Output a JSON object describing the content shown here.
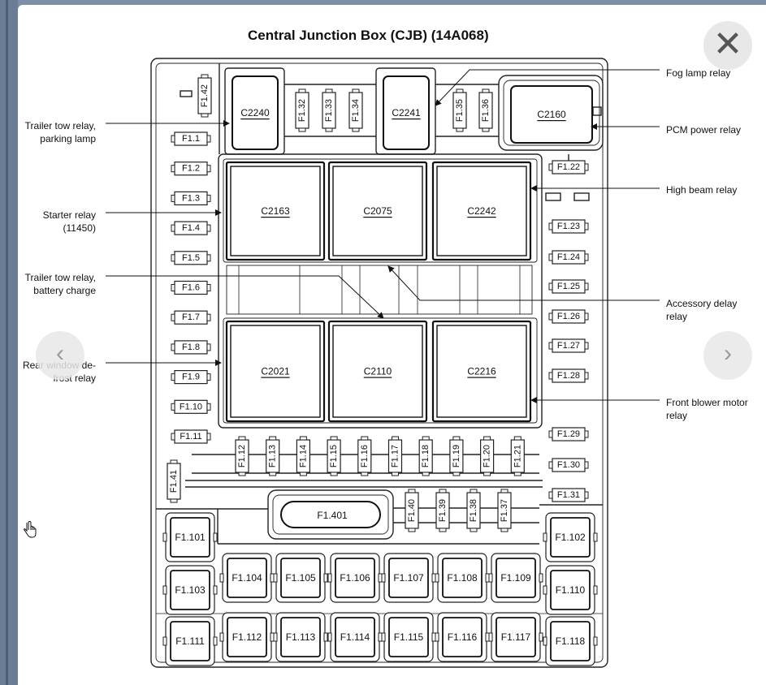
{
  "title": "Central Junction Box (CJB) (14A068)",
  "callouts_left": [
    {
      "lines": [
        "Trailer tow relay,",
        "parking lamp"
      ]
    },
    {
      "lines": [
        "Starter relay",
        "(11450)"
      ]
    },
    {
      "lines": [
        "Trailer tow relay,",
        "battery charge"
      ]
    },
    {
      "lines": [
        "Rear window de-",
        "frost relay"
      ]
    }
  ],
  "callouts_right": [
    {
      "lines": [
        "Fog lamp relay"
      ]
    },
    {
      "lines": [
        "PCM power relay"
      ]
    },
    {
      "lines": [
        "High beam relay"
      ]
    },
    {
      "lines": [
        "Accessory delay",
        "relay"
      ]
    },
    {
      "lines": [
        "Front blower motor",
        "relay"
      ]
    }
  ],
  "connectors_top": [
    "C2240",
    "C2241",
    "C2160"
  ],
  "relays_top_row": [
    "C2163",
    "C2075",
    "C2242"
  ],
  "relays_bottom_row": [
    "C2021",
    "C2110",
    "C2216"
  ],
  "fuses_top_vertical": [
    "F1.42",
    "F1.32",
    "F1.33",
    "F1.34",
    "F1.35",
    "F1.36"
  ],
  "fuses_left_column": [
    "F1.1",
    "F1.2",
    "F1.3",
    "F1.4",
    "F1.5",
    "F1.6",
    "F1.7",
    "F1.8",
    "F1.9",
    "F1.10",
    "F1.11"
  ],
  "fuses_right_column": [
    "F1.22",
    "F1.23",
    "F1.24",
    "F1.25",
    "F1.26",
    "F1.27",
    "F1.28",
    "F1.29",
    "F1.30",
    "F1.31"
  ],
  "fuses_bottom_vertical_row": [
    "F1.12",
    "F1.13",
    "F1.14",
    "F1.15",
    "F1.16",
    "F1.17",
    "F1.18",
    "F1.19",
    "F1.20",
    "F1.21"
  ],
  "fuse_f141": "F1.41",
  "fuse_f1401": "F1.401",
  "fuses_mid_vertical": [
    "F1.40",
    "F1.39",
    "F1.38",
    "F1.37"
  ],
  "maxi_fuses": {
    "left": [
      "F1.101",
      "F1.103",
      "F1.111"
    ],
    "right": [
      "F1.102",
      "F1.110",
      "F1.118"
    ],
    "row1": [
      "F1.104",
      "F1.105",
      "F1.106",
      "F1.107",
      "F1.108",
      "F1.109"
    ],
    "row2": [
      "F1.112",
      "F1.113",
      "F1.114",
      "F1.115",
      "F1.116",
      "F1.117"
    ]
  },
  "controls": {
    "close_glyph": "✕",
    "prev_glyph": "‹",
    "next_glyph": "›"
  }
}
